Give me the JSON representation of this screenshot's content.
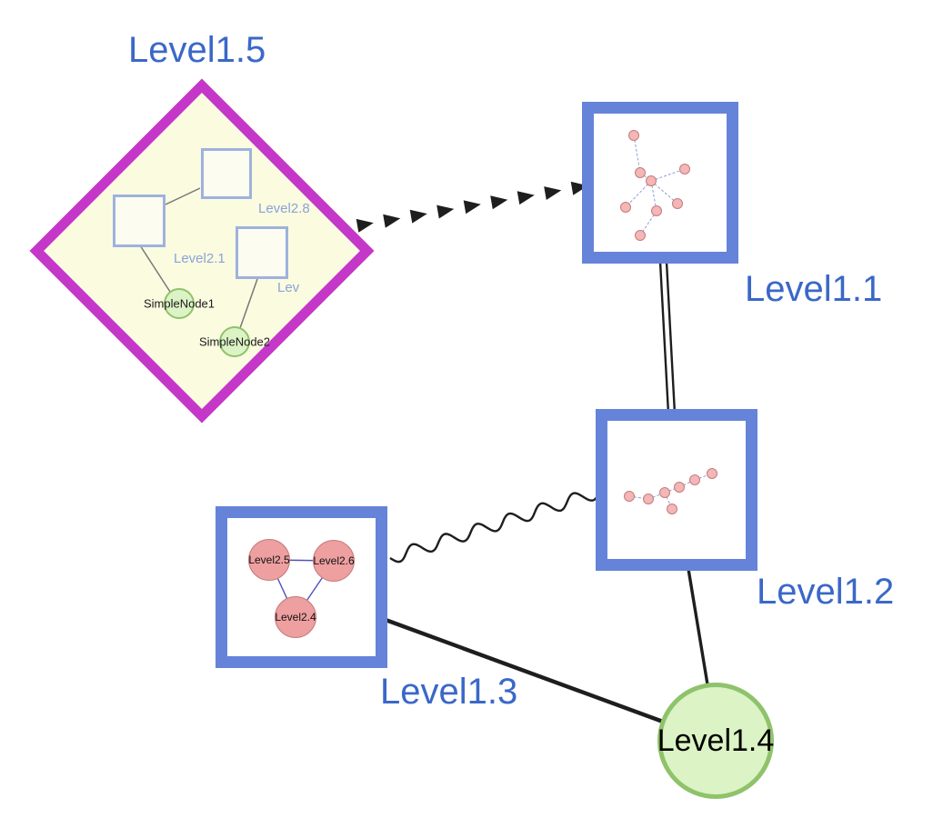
{
  "colors": {
    "label_blue": "#3a68c8",
    "inner_label_blue": "#8ba3d8",
    "diamond_stroke": "#c437c9",
    "diamond_fill": "#fbfbe0",
    "box_stroke": "#6584d9",
    "square_stroke": "#9db2de",
    "square_fill": "#fcfcf0",
    "green_fill": "#dcf3c5",
    "green_stroke": "#8fc36b",
    "pink_fill": "#f4b6b6",
    "pink_stroke": "#c47c7c",
    "pink2_fill": "#ee9f9f",
    "mini_edge": "#8f9fd8",
    "edge_dark": "#1e1e1e"
  },
  "nodes": {
    "level15": {
      "label": "Level1.5",
      "shape": "diamond",
      "children": {
        "level28": {
          "label": "Level2.8",
          "shape": "square"
        },
        "level21": {
          "label": "Level2.1",
          "shape": "square"
        },
        "lev": {
          "label": "Lev",
          "shape": "square"
        },
        "simple1": {
          "label": "SimpleNode1",
          "shape": "circle"
        },
        "simple2": {
          "label": "SimpleNode2",
          "shape": "circle"
        }
      }
    },
    "level11": {
      "label": "Level1.1",
      "shape": "box"
    },
    "level12": {
      "label": "Level1.2",
      "shape": "box"
    },
    "level13": {
      "label": "Level1.3",
      "shape": "box",
      "children": {
        "level25": {
          "label": "Level2.5",
          "shape": "circle"
        },
        "level26": {
          "label": "Level2.6",
          "shape": "circle"
        },
        "level24": {
          "label": "Level2.4",
          "shape": "circle"
        }
      }
    },
    "level14": {
      "label": "Level1.4",
      "shape": "circle"
    }
  },
  "edges": [
    {
      "from": "Level1.5",
      "to": "Level1.1",
      "style": "dashed-arrow"
    },
    {
      "from": "Level1.1",
      "to": "Level1.2",
      "style": "double-line"
    },
    {
      "from": "Level1.2",
      "to": "Level1.3",
      "style": "wavy"
    },
    {
      "from": "Level1.3",
      "to": "Level1.4",
      "style": "solid"
    },
    {
      "from": "Level1.2",
      "to": "Level1.4",
      "style": "solid"
    }
  ]
}
